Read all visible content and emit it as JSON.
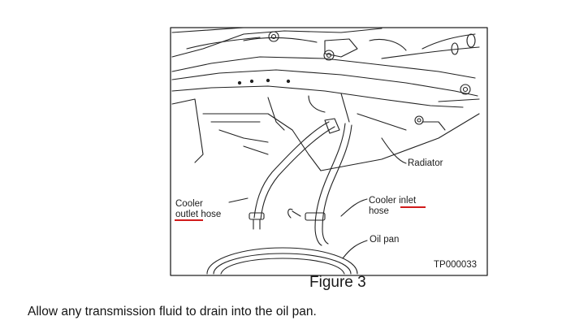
{
  "labels": {
    "radiator": "Radiator",
    "cooler_outlet_line1": "Cooler",
    "cooler_outlet_line2_a": "outlet",
    "cooler_outlet_line2_b": " hose",
    "cooler_inlet_line1_a": "Cooler ",
    "cooler_inlet_line1_b": "inlet",
    "cooler_inlet_line2": "hose",
    "oil_pan": "Oil pan",
    "figure_code": "TP000033"
  },
  "caption": "Figure 3",
  "instruction": "Allow any transmission fluid to drain into the oil pan.",
  "colors": {
    "annotation_underline": "#d11a1a",
    "line_art": "#1e1e1e",
    "background": "#ffffff"
  }
}
